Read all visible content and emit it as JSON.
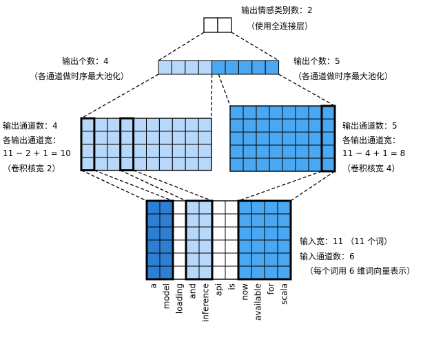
{
  "output_layer": {
    "label": "输出情感类别数：2",
    "note": "（使用全连接层）",
    "cells": 2
  },
  "pooled": {
    "left": {
      "label": "输出个数：4",
      "note": "（各通道做时序最大池化）",
      "cells": 4,
      "color": "#b7d8fa"
    },
    "right": {
      "label": "输出个数：5",
      "note": "（各通道做时序最大池化）",
      "cells": 5,
      "color": "#4aa7f2"
    }
  },
  "conv_left": {
    "channels_label": "输出通道数：4",
    "width_label": "各输出通道宽：",
    "formula": "11 − 2 + 1 = 10",
    "kernel_label": "（卷积核宽 2）",
    "rows": 4,
    "cols": 10,
    "kernel_width": 2,
    "color": "#b7d8fa"
  },
  "conv_right": {
    "channels_label": "输出通道数：5",
    "width_label": "各输出通道宽：",
    "formula": "11 − 4 + 1 = 8",
    "kernel_label": "（卷积核宽 4）",
    "rows": 5,
    "cols": 8,
    "kernel_width": 4,
    "color": "#4aa7f2"
  },
  "input": {
    "width_label": "输入宽：11 （11 个词）",
    "channels_label": "输入通道数：6",
    "embed_note": "（每个词用 6 维词向量表示）",
    "rows": 6,
    "words": [
      "a",
      "model",
      "loading",
      "and",
      "inference",
      "api",
      "is",
      "now",
      "available",
      "for",
      "scala"
    ],
    "column_colors": [
      "#2e7fd4",
      "#2e7fd4",
      "#ffffff",
      "#b7d8fa",
      "#b7d8fa",
      "#ffffff",
      "#ffffff",
      "#4aa7f2",
      "#4aa7f2",
      "#4aa7f2",
      "#4aa7f2"
    ]
  }
}
